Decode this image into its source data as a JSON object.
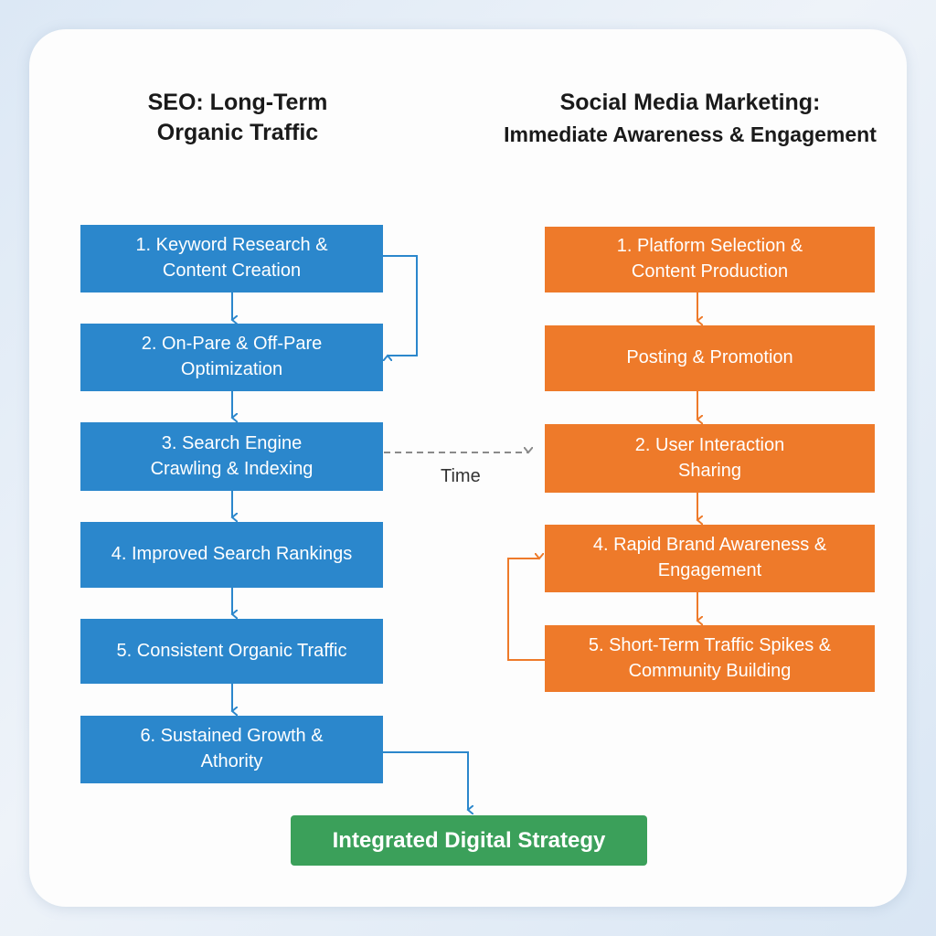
{
  "seo": {
    "title": "SEO: Long-Term Organic Traffic",
    "title_lines": [
      "SEO: Long-Term",
      "Organic Traffic"
    ],
    "steps": [
      {
        "lines": [
          "1. Keyword Research &",
          "Content Creation"
        ]
      },
      {
        "lines": [
          "2. On-Pare & Off-Pare",
          "Optimization"
        ]
      },
      {
        "lines": [
          "3. Search Engine",
          "Crawling & Indexing"
        ]
      },
      {
        "lines": [
          "4. Improved Search Rankings"
        ]
      },
      {
        "lines": [
          "5. Consistent Organic Traffic"
        ]
      },
      {
        "lines": [
          "6. Sustained Growth &",
          "Athority"
        ]
      }
    ]
  },
  "smm": {
    "title_lines": [
      "Social Media Marketing:",
      "Immediate Awareness & Engagement"
    ],
    "steps": [
      {
        "lines": [
          "1. Platform Selection &",
          "Content Production"
        ]
      },
      {
        "lines": [
          "Posting & Promotion"
        ]
      },
      {
        "lines": [
          "2. User Interaction",
          "Sharing"
        ]
      },
      {
        "lines": [
          "4. Rapid Brand Awareness &",
          "Engagement"
        ]
      },
      {
        "lines": [
          "5. Short-Term Traffic Spikes &",
          "Community Building"
        ]
      }
    ]
  },
  "connector_label": "Time",
  "outcome": "Integrated Digital Strategy",
  "colors": {
    "seo_box": "#2b87cc",
    "smm_box": "#ee7a2a",
    "outcome_box": "#3ba05a",
    "dashed_connector": "#8a8a8a"
  }
}
